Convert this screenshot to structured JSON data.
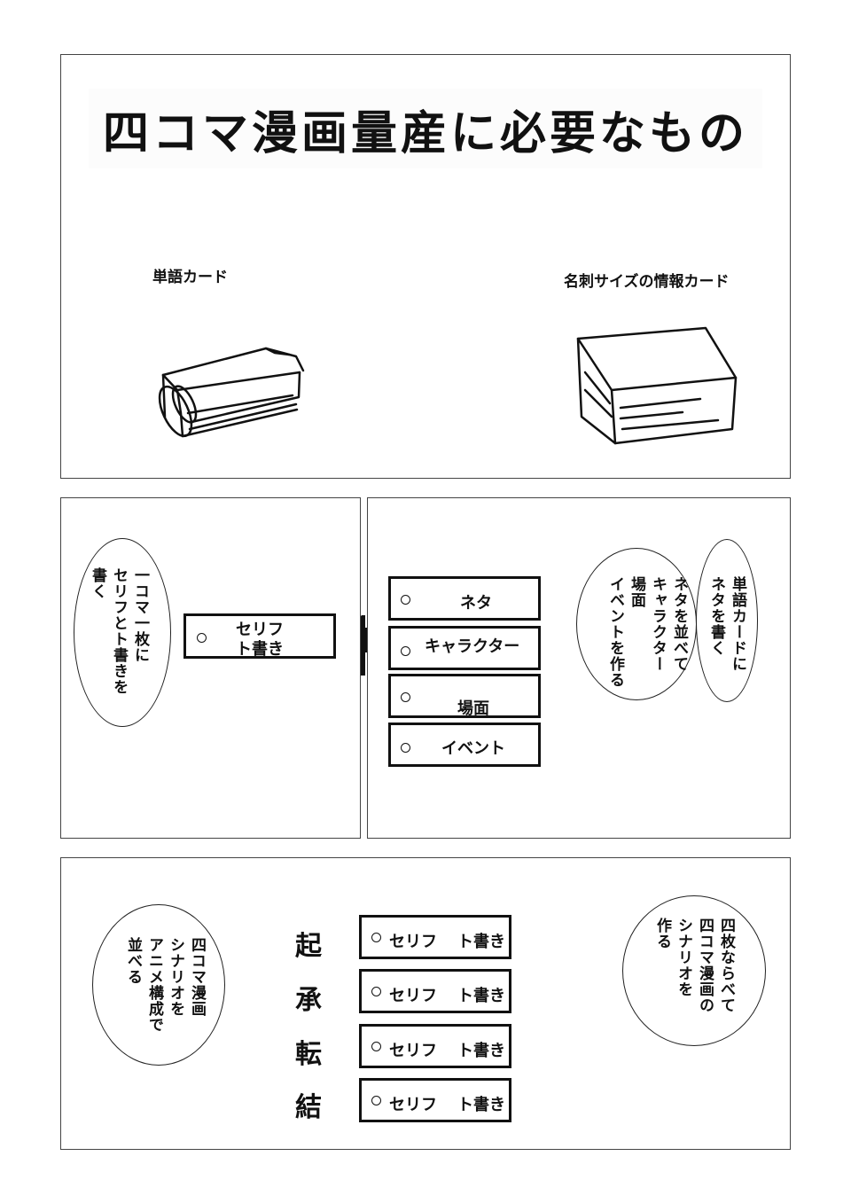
{
  "page": {
    "title": "四コマ漫画量産に必要なもの",
    "label_tango": "単語カード",
    "label_meishi": "名刺サイズの情報カード"
  },
  "panel2": {
    "left_bubble_lines": [
      "一コマ一枚に",
      "セリフとト書きを",
      "書く"
    ],
    "serifu_card": [
      "セリフ",
      "ト書き"
    ],
    "right_bubble_a_lines": [
      "単語カードに",
      "ネタを書く"
    ],
    "right_bubble_b_lines": [
      "ネタを並べて",
      "キャラクター",
      "場面",
      "イベントを作る"
    ],
    "cards": [
      "ネタ",
      "キャラクター",
      "場面",
      "イベント"
    ]
  },
  "panel3": {
    "left_bubble_lines": [
      "四コマ漫画",
      "シナリオを",
      "アニメ構成で",
      "並べる"
    ],
    "right_bubble_lines": [
      "四枚ならべて",
      "四コマ漫画の",
      "シナリオを",
      "作る"
    ],
    "kishotenketsu": [
      "起",
      "承",
      "転",
      "結"
    ],
    "card_serifu": "セリフ",
    "card_togaki": "ト書き"
  }
}
